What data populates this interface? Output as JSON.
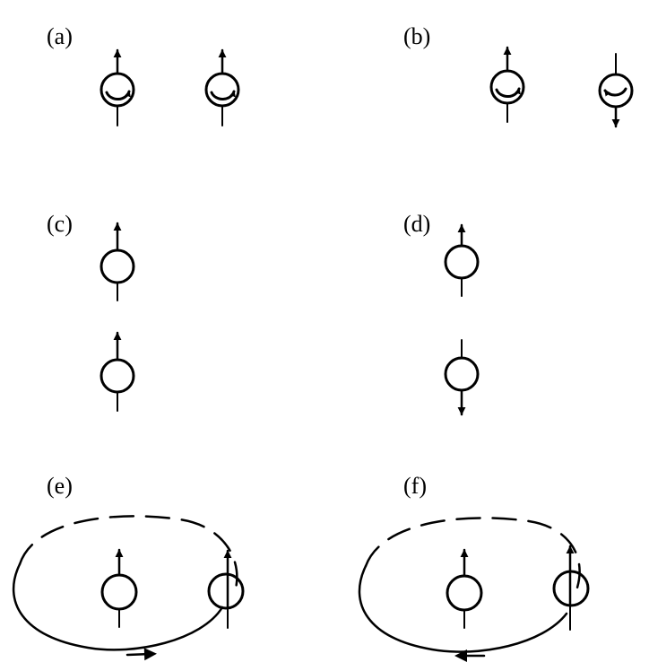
{
  "figure": {
    "ink_color": "#000000",
    "background_color": "#ffffff",
    "panels": [
      {
        "id": "a",
        "label": "(a)",
        "spins": [
          {
            "direction": "up",
            "rotation": "counterclockwise"
          },
          {
            "direction": "up",
            "rotation": "counterclockwise"
          }
        ]
      },
      {
        "id": "b",
        "label": "(b)",
        "spins": [
          {
            "direction": "up",
            "rotation": "counterclockwise"
          },
          {
            "direction": "down",
            "rotation": "clockwise"
          }
        ]
      },
      {
        "id": "c",
        "label": "(c)",
        "spins": [
          {
            "direction": "up"
          },
          {
            "direction": "up"
          }
        ]
      },
      {
        "id": "d",
        "label": "(d)",
        "spins": [
          {
            "direction": "up"
          },
          {
            "direction": "down"
          }
        ]
      },
      {
        "id": "e",
        "label": "(e)",
        "spins": [
          {
            "direction": "up"
          },
          {
            "direction": "up"
          }
        ],
        "orbit": "counterclockwise"
      },
      {
        "id": "f",
        "label": "(f)",
        "spins": [
          {
            "direction": "up"
          },
          {
            "direction": "up"
          }
        ],
        "orbit": "clockwise"
      }
    ]
  }
}
